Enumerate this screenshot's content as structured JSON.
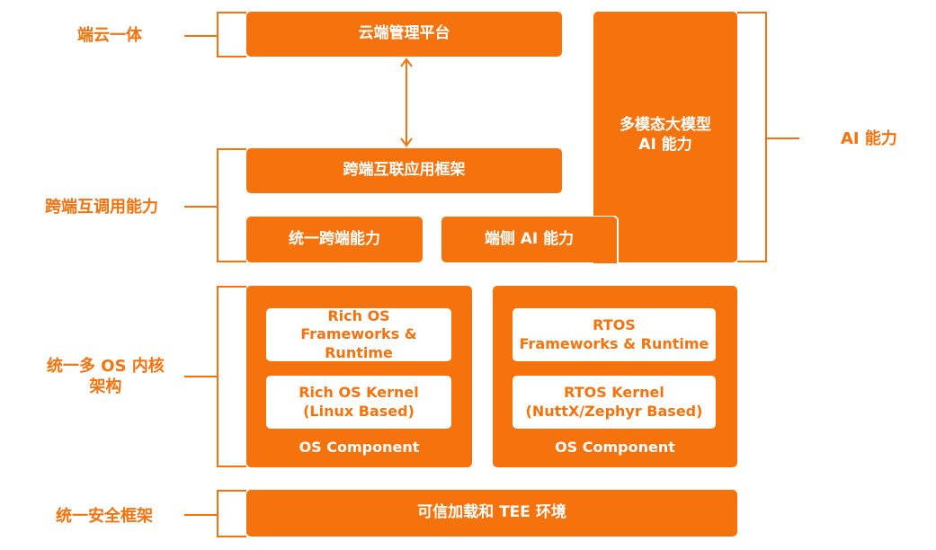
{
  "colors": {
    "accent": "#f6720d",
    "text_on_accent": "#ffffff",
    "background": "#ffffff"
  },
  "labels": {
    "cloud_device": "端云一体",
    "cross_device": "跨端互调用能力",
    "os_kernel_line1": "统一多 OS 内核",
    "os_kernel_line2": "架构",
    "security": "统一安全框架",
    "ai": "AI 能力"
  },
  "boxes": {
    "cloud_platform": "云端管理平台",
    "cross_device_framework": "跨端互联应用框架",
    "unified_cross_device": "统一跨端能力",
    "device_ai": "端侧 AI 能力",
    "llm_line1": "多模态大模型",
    "llm_line2": "AI 能力",
    "rich_os": {
      "frameworks_line1": "Rich OS",
      "frameworks_line2": "Frameworks & Runtime",
      "kernel_line1": "Rich OS Kernel",
      "kernel_line2": "(Linux Based)",
      "component": "OS Component"
    },
    "rtos": {
      "frameworks_line1": "RTOS",
      "frameworks_line2": "Frameworks & Runtime",
      "kernel_line1": "RTOS Kernel",
      "kernel_line2": "(NuttX/Zephyr Based)",
      "component": "OS Component"
    },
    "tee": "可信加载和 TEE 环境"
  }
}
